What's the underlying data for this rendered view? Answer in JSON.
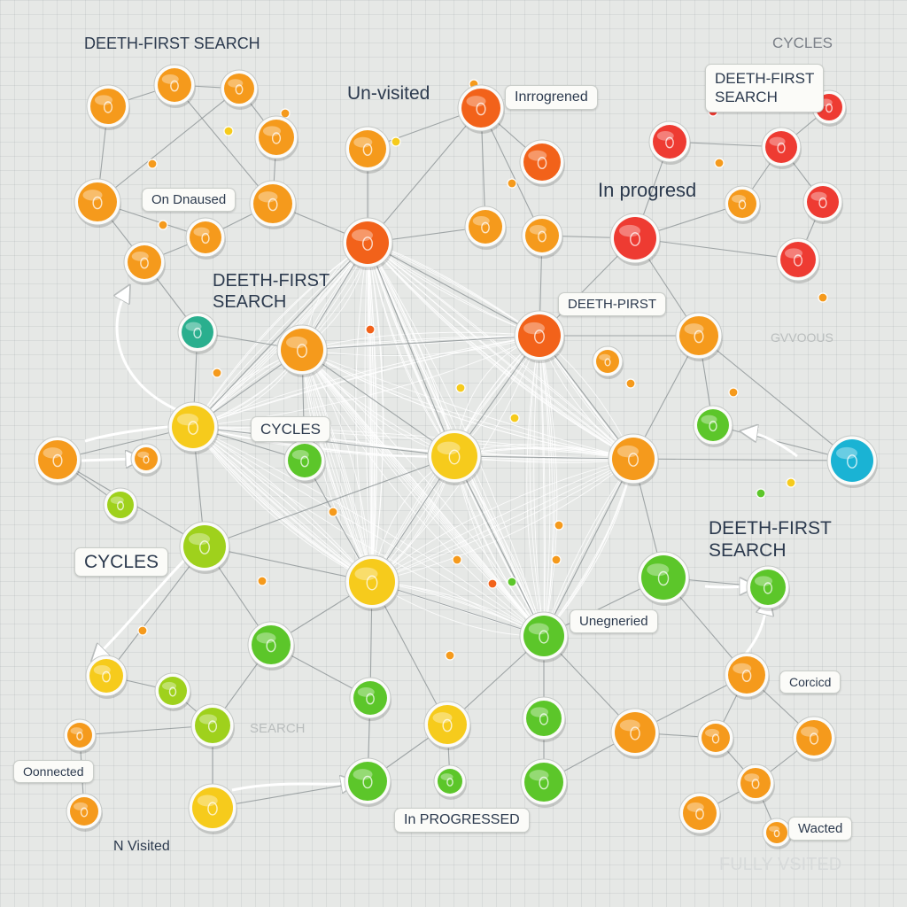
{
  "labels": {
    "dfs_top_left": "DEETH-FIRST SEARCH",
    "cycles_top_right": "CYCLES",
    "dfs_top_right": "DEETH-FIRST\nSEARCH",
    "unvisited_top": "Un-visited",
    "inprogressed_top": "Inrrogrened",
    "on_unvisited": "On Dnaused",
    "in_progressed_right": "In progresd",
    "dfs_mid_left": "DEETH-FIRST\nSEARCH",
    "dfs_mid": "DEETH-PIRST",
    "gvo_faint": "GVVOOUS",
    "cycles_mid": "CYCLES",
    "cycles_left": "CYCLES",
    "dfs_right": "DEETH-FIRST\nSEARCH",
    "unrogressed_mid": "Unegneried",
    "search_faint": "SEARCH",
    "connected_left": "Oonnected",
    "corned_right": "Corcicd",
    "in_progressed_bottom": "In PROGRESSED",
    "visited_bottom_left": "N Visited",
    "visited_bottom_right": "Wacted",
    "fully_visited_faint": "FULLY VSITED"
  },
  "node_colors": {
    "orange": "#f59a1c",
    "deep_orange": "#f2621a",
    "red": "#ee3b32",
    "yellow": "#f6cb1c",
    "lime": "#9fd11c",
    "green": "#5cc62a",
    "teal": "#2aaf8e",
    "cyan": "#1ab3d4"
  }
}
